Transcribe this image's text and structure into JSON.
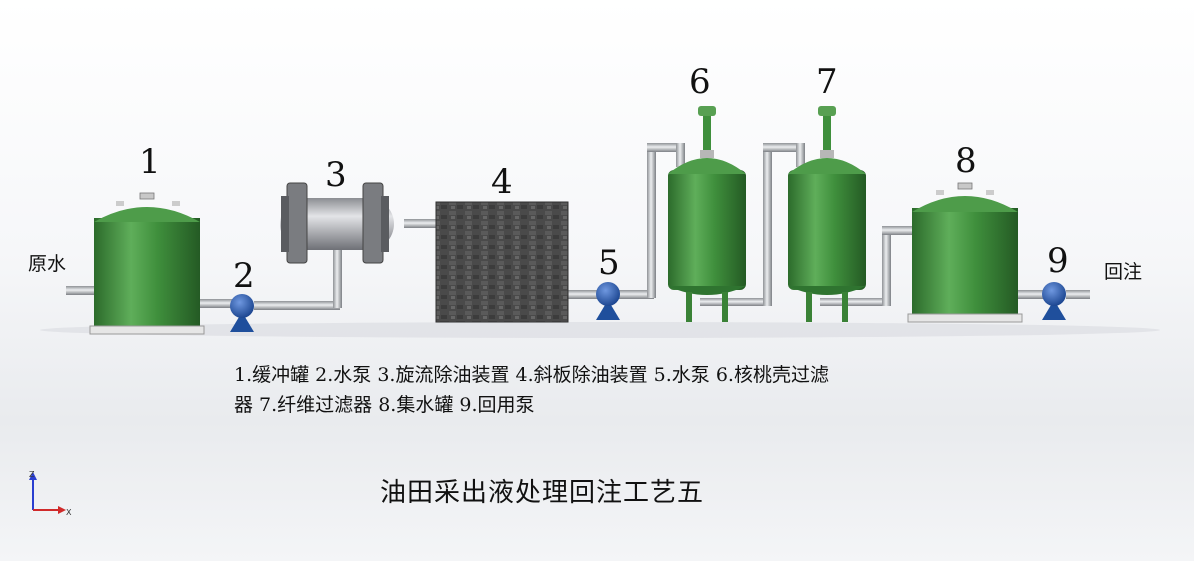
{
  "labels": {
    "n1": "1",
    "n2": "2",
    "n3": "3",
    "n4": "4",
    "n5": "5",
    "n6": "6",
    "n7": "7",
    "n8": "8",
    "n9": "9",
    "inlet": "原水",
    "outlet": "回注"
  },
  "legend": {
    "line1": "1.缓冲罐 2.水泵 3.旋流除油装置 4.斜板除油装置 5.水泵 6.核桃壳过滤",
    "line2": "器 7.纤维过滤器 8.集水罐 9.回用泵"
  },
  "title": "油田采出液处理回注工艺五",
  "axis": {
    "z": "Z",
    "x": "X"
  },
  "colors": {
    "tank_green": "#3f8f3c",
    "pump_blue": "#2355a8",
    "pipe_gray": "#b9bcc0",
    "box_dark": "#4d4d4d"
  }
}
